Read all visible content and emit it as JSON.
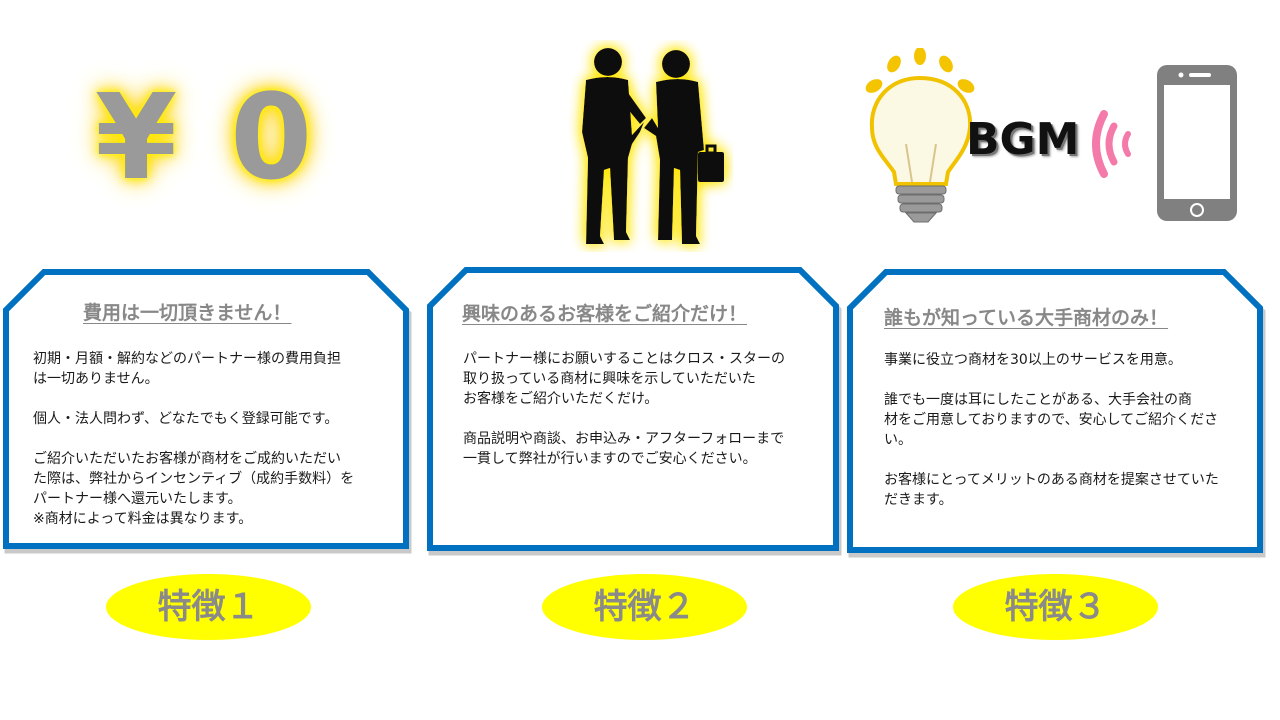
{
  "icons": {
    "yen": "¥ 0",
    "bgm": "BGM"
  },
  "colors": {
    "card_border": "#0070c0",
    "title_gray": "#888888",
    "badge_yellow": "#ffff00",
    "glow_yellow": "#ffe600",
    "wave_pink": "#f47aa9",
    "phone_gray": "#808080"
  },
  "cards": [
    {
      "title": "費用は一切頂きません！",
      "paragraphs": [
        "初期・月額・解約などのパートナー様の費用負担\nは一切ありません。",
        "個人・法人問わず、どなたでもく登録可能です。",
        "ご紹介いただいたお客様が商材をご成約いただい\nた際は、弊社からインセンティブ（成約手数料）を\nパートナー様へ還元いたします。\n※商材によって料金は異なります。"
      ],
      "badge": "特徴１"
    },
    {
      "title": "興味のあるお客様をご紹介だけ！",
      "paragraphs": [
        "パートナー様にお願いすることはクロス・スターの\n取り扱っている商材に興味を示していただいた\nお客様をご紹介いただくだけ。",
        "商品説明や商談、お申込み・アフターフォローまで\n一貫して弊社が行いますのでご安心ください。"
      ],
      "badge": "特徴２"
    },
    {
      "title": "誰もが知っている大手商材のみ！",
      "paragraphs": [
        "事業に役立つ商材を30以上のサービスを用意。",
        "誰でも一度は耳にしたことがある、大手会社の商\n材をご用意しておりますので、安心してご紹介くださ\nい。",
        "お客様にとってメリットのある商材を提案させていた\nだきます。"
      ],
      "badge": "特徴３"
    }
  ]
}
